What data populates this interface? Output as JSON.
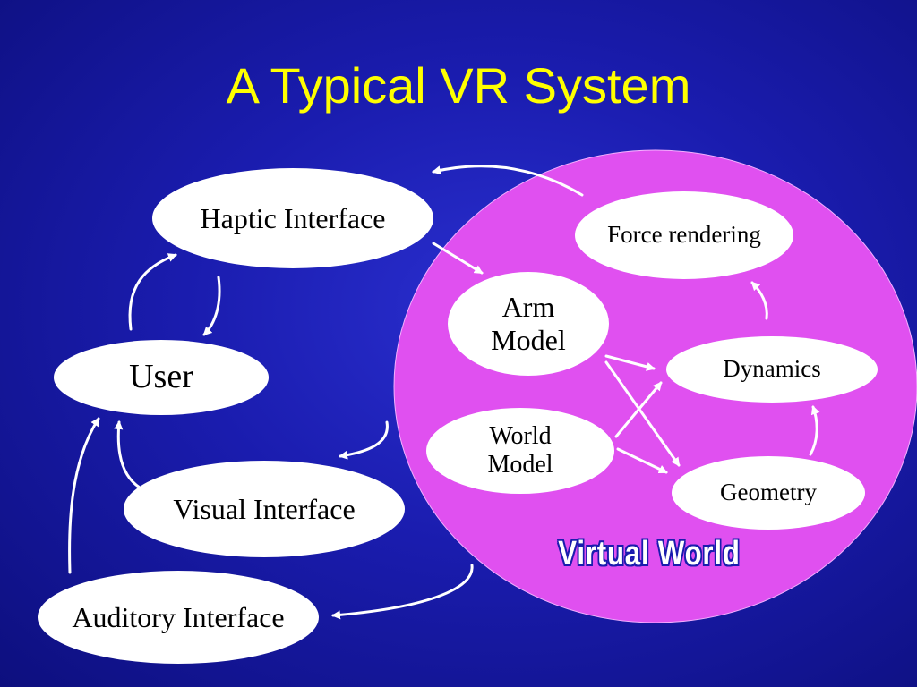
{
  "slide": {
    "title": "A Typical VR System"
  },
  "colors": {
    "background": "#1a1cae",
    "title": "#ffff00",
    "virtual_world_circle": "#e050f0",
    "node_fill": "#ffffff",
    "arrow": "#ffffff"
  },
  "nodes": {
    "haptic_interface": "Haptic Interface",
    "user": "User",
    "visual_interface": "Visual Interface",
    "auditory_interface": "Auditory Interface",
    "force_rendering": "Force rendering",
    "arm_model_line1": "Arm",
    "arm_model_line2": "Model",
    "dynamics": "Dynamics",
    "world_model_line1": "World",
    "world_model_line2": "Model",
    "geometry": "Geometry"
  },
  "virtual_world": {
    "label": "Virtual World"
  }
}
